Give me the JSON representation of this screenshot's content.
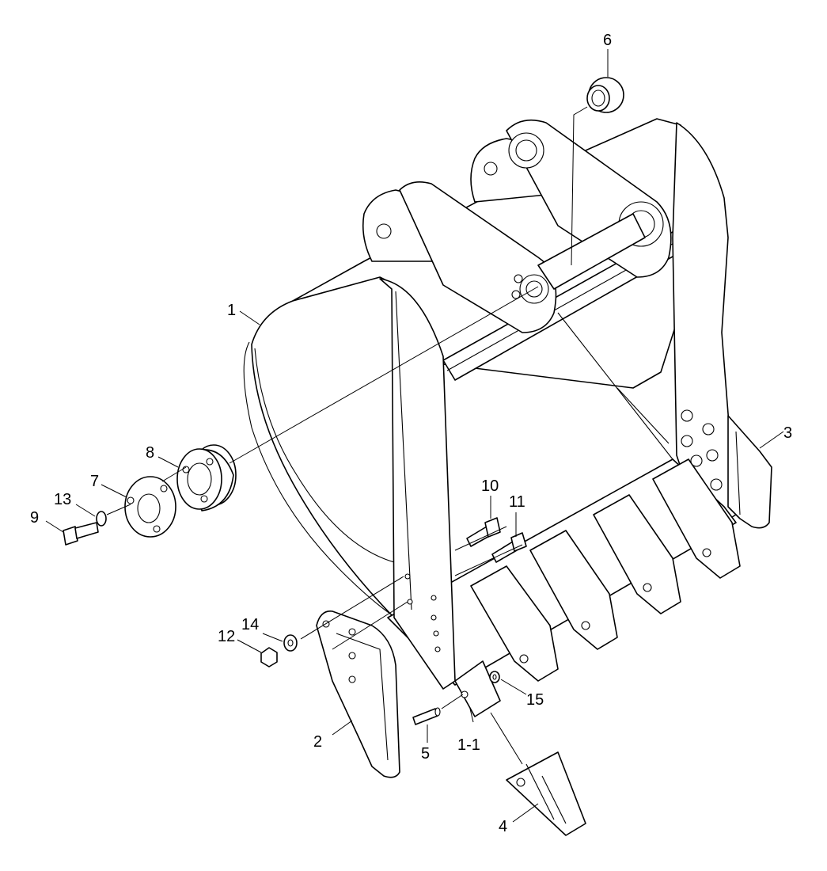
{
  "callouts": [
    {
      "id": "c1",
      "text": "1"
    },
    {
      "id": "c11",
      "text": "1-1"
    },
    {
      "id": "c2",
      "text": "2"
    },
    {
      "id": "c3",
      "text": "3"
    },
    {
      "id": "c4",
      "text": "4"
    },
    {
      "id": "c5",
      "text": "5"
    },
    {
      "id": "c6",
      "text": "6"
    },
    {
      "id": "c7",
      "text": "7"
    },
    {
      "id": "c8",
      "text": "8"
    },
    {
      "id": "c9",
      "text": "9"
    },
    {
      "id": "c10",
      "text": "10"
    },
    {
      "id": "c11b",
      "text": "11"
    },
    {
      "id": "c12",
      "text": "12"
    },
    {
      "id": "c13",
      "text": "13"
    },
    {
      "id": "c14",
      "text": "14"
    },
    {
      "id": "c15",
      "text": "15"
    }
  ],
  "colors": {
    "ink": "#000000",
    "paper": "#ffffff"
  }
}
